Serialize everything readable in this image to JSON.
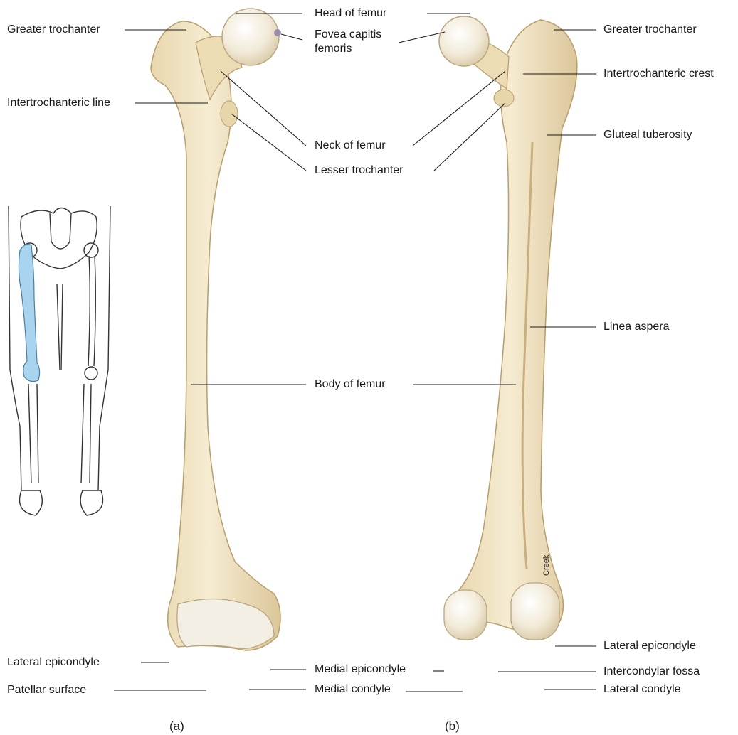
{
  "labels": {
    "head_of_femur": "Head of femur",
    "fovea_line1": "Fovea capitis",
    "fovea_line2": "femoris",
    "greater_trochanter_a": "Greater trochanter",
    "greater_trochanter_b": "Greater trochanter",
    "intertrochanteric_line": "Intertrochanteric line",
    "intertrochanteric_crest": "Intertrochanteric crest",
    "neck_of_femur": "Neck of femur",
    "gluteal_tuberosity": "Gluteal tuberosity",
    "lesser_trochanter": "Lesser trochanter",
    "linea_aspera": "Linea aspera",
    "body_of_femur": "Body of femur",
    "lateral_epicondyle_a": "Lateral epicondyle",
    "lateral_epicondyle_b": "Lateral epicondyle",
    "medial_epicondyle": "Medial epicondyle",
    "intercondylar_fossa": "Intercondylar fossa",
    "patellar_surface": "Patellar surface",
    "medial_condyle": "Medial condyle",
    "lateral_condyle": "Lateral condyle"
  },
  "panels": {
    "a": "(a)",
    "b": "(b)"
  },
  "signature": "Creek",
  "colors": {
    "bone": "#f1e4c4",
    "bone_shade": "#d9c497",
    "highlight": "#a9d4ef",
    "line": "#1a1a1a"
  }
}
